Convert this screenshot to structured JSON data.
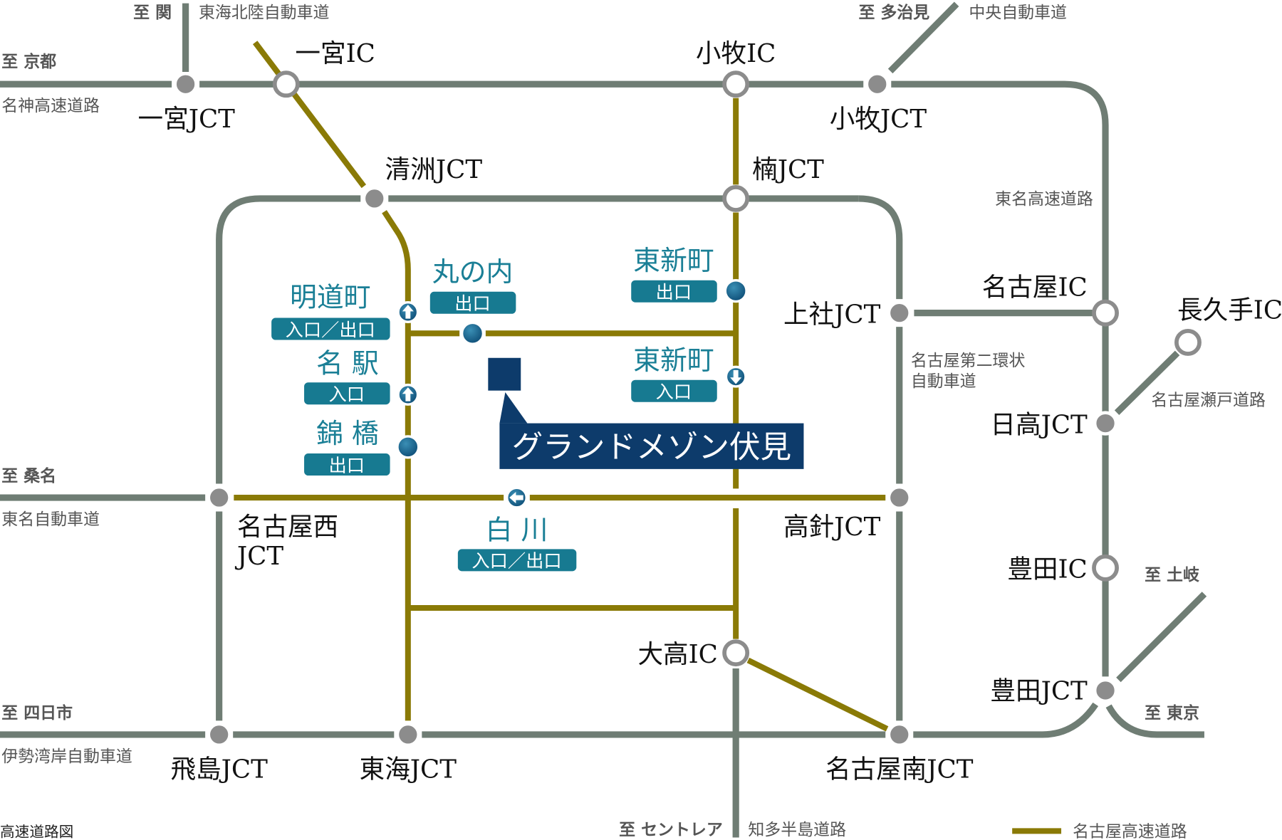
{
  "caption": "高速道路図",
  "legend": {
    "label": "名古屋高速道路",
    "color": "#8a7a06"
  },
  "colors": {
    "expressway": "#6f7d74",
    "nagoya_expressway": "#8a7a06",
    "jct_node": "#8c8c8c",
    "ramp_badge": "#177a91",
    "ramp_label": "#1a7f96",
    "property": "#0d3b6b"
  },
  "property": {
    "name": "グランドメゾン伏見",
    "icon": "square-marker-icon"
  },
  "destinations": {
    "seki": "至 関",
    "kyoto": "至 京都",
    "tajimi": "至 多治見",
    "kuwana": "至 桑名",
    "yokkaichi": "至 四日市",
    "toki": "至 土岐",
    "tokyo": "至 東京",
    "centrair": "至 セントレア"
  },
  "roads": {
    "tokai_hokuriku": "東海北陸自動車道",
    "meishin": "名神高速道路",
    "chuo": "中央自動車道",
    "tomei_expwy": "東名高速道路",
    "nagoya_2nd_ring_1": "名古屋第二環状",
    "nagoya_2nd_ring_2": "自動車道",
    "nagoya_seto": "名古屋瀬戸道路",
    "tomei_auto": "東名自動車道",
    "isewangan": "伊勢湾岸自動車道",
    "chita_hanto": "知多半島道路"
  },
  "interchanges": {
    "ichinomiya_jct": "一宮JCT",
    "ichinomiya_ic": "一宮IC",
    "komaki_ic": "小牧IC",
    "komaki_jct": "小牧JCT",
    "kiyosu_jct": "清洲JCT",
    "kusunoki_jct": "楠JCT",
    "kamiyashiro_jct": "上社JCT",
    "nagoya_ic": "名古屋IC",
    "nagakute_ic": "長久手IC",
    "hidaka_jct": "日高JCT",
    "nagoya_nishi_jct_1": "名古屋西",
    "nagoya_nishi_jct_2": "JCT",
    "takabari_jct": "高針JCT",
    "toyota_ic": "豊田IC",
    "toyota_jct": "豊田JCT",
    "odaka_ic": "大高IC",
    "tobishima_jct": "飛島JCT",
    "tokai_jct": "東海JCT",
    "nagoya_minami_jct": "名古屋南JCT"
  },
  "ramps": [
    {
      "name": "明道町",
      "badge": "入口／出口",
      "icon": "arrow-up-icon"
    },
    {
      "name": "名 駅",
      "badge": "入口",
      "icon": "arrow-up-icon"
    },
    {
      "name": "錦 橋",
      "badge": "出口",
      "icon": "exit-dot-icon"
    },
    {
      "name": "丸の内",
      "badge": "出口",
      "icon": "exit-dot-icon"
    },
    {
      "name": "東新町",
      "badge": "出口",
      "icon": "exit-dot-icon"
    },
    {
      "name": "東新町",
      "badge": "入口",
      "icon": "arrow-down-icon"
    },
    {
      "name": "白 川",
      "badge": "入口／出口",
      "icon": "arrow-left-icon"
    }
  ]
}
